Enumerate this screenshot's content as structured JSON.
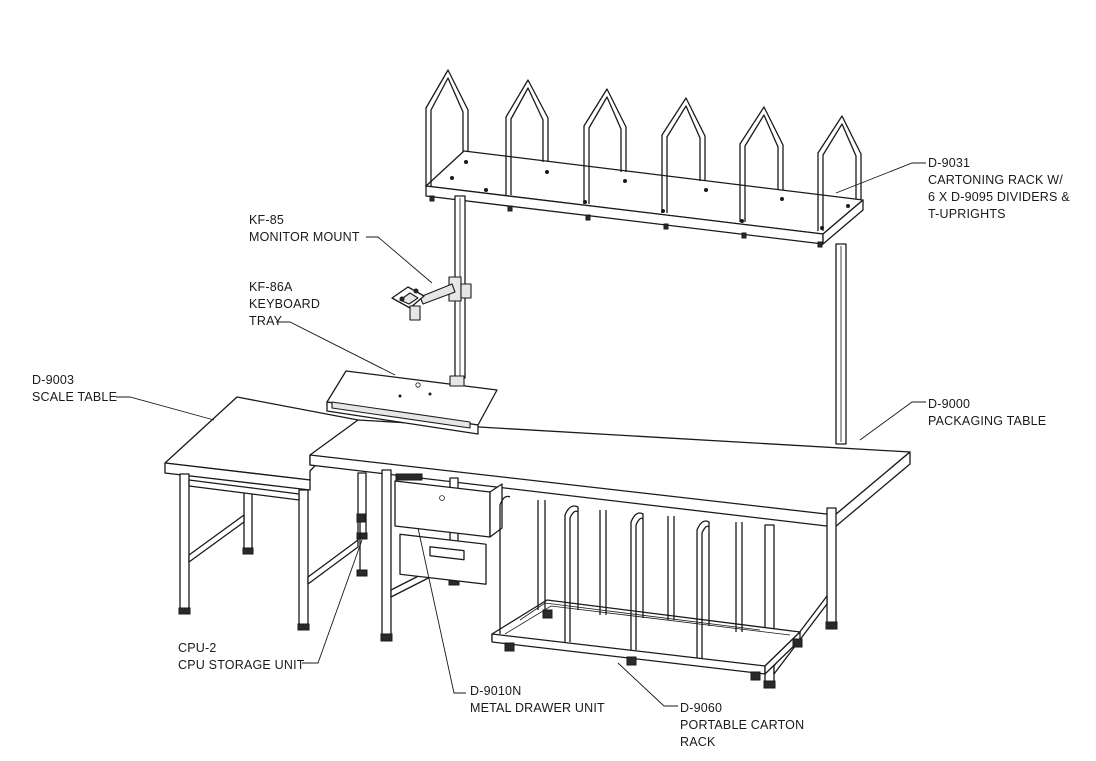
{
  "callouts": [
    {
      "id": "kf85",
      "lines": [
        "KF-85",
        "MONITOR MOUNT"
      ]
    },
    {
      "id": "kf86a",
      "lines": [
        "KF-86A",
        "KEYBOARD",
        "TRAY"
      ]
    },
    {
      "id": "d9003",
      "lines": [
        "D-9003",
        "SCALE TABLE"
      ]
    },
    {
      "id": "d9031",
      "lines": [
        "D-9031",
        "CARTONING RACK W/",
        "6 X D-9095 DIVIDERS &",
        "T-UPRIGHTS"
      ]
    },
    {
      "id": "d9000",
      "lines": [
        "D-9000",
        "PACKAGING TABLE"
      ]
    },
    {
      "id": "cpu2",
      "lines": [
        "CPU-2",
        "CPU STORAGE UNIT"
      ]
    },
    {
      "id": "d9010n",
      "lines": [
        "D-9010N",
        "METAL DRAWER UNIT"
      ]
    },
    {
      "id": "d9060",
      "lines": [
        "D-9060",
        "PORTABLE CARTON",
        "RACK"
      ]
    }
  ]
}
